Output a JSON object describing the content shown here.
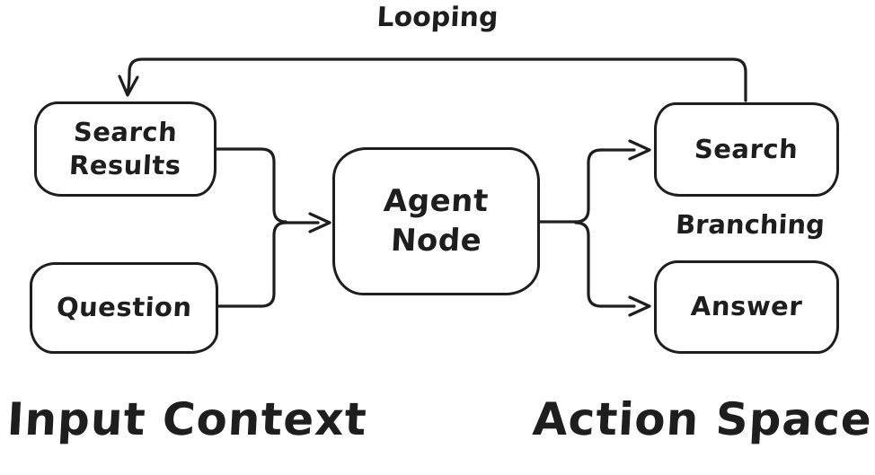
{
  "diagram": {
    "background_color": "#ffffff",
    "stroke_color": "#1e1e1e",
    "labels": {
      "looping": "Looping",
      "branching": "Branching",
      "input_context": "Input Context",
      "action_space": "Action Space"
    },
    "nodes": {
      "search_results": {
        "lines": [
          "Search",
          "Results"
        ]
      },
      "question": {
        "lines": [
          "Question"
        ]
      },
      "agent_node": {
        "lines": [
          "Agent",
          "Node"
        ]
      },
      "search": {
        "lines": [
          "Search"
        ]
      },
      "answer": {
        "lines": [
          "Answer"
        ]
      }
    },
    "edges": [
      {
        "from": "Search Results",
        "to": "Agent Node"
      },
      {
        "from": "Question",
        "to": "Agent Node"
      },
      {
        "from": "Agent Node",
        "to": "Search",
        "label": "Branching"
      },
      {
        "from": "Agent Node",
        "to": "Answer",
        "label": "Branching"
      },
      {
        "from": "Search",
        "to": "Search Results",
        "label": "Looping"
      }
    ]
  }
}
